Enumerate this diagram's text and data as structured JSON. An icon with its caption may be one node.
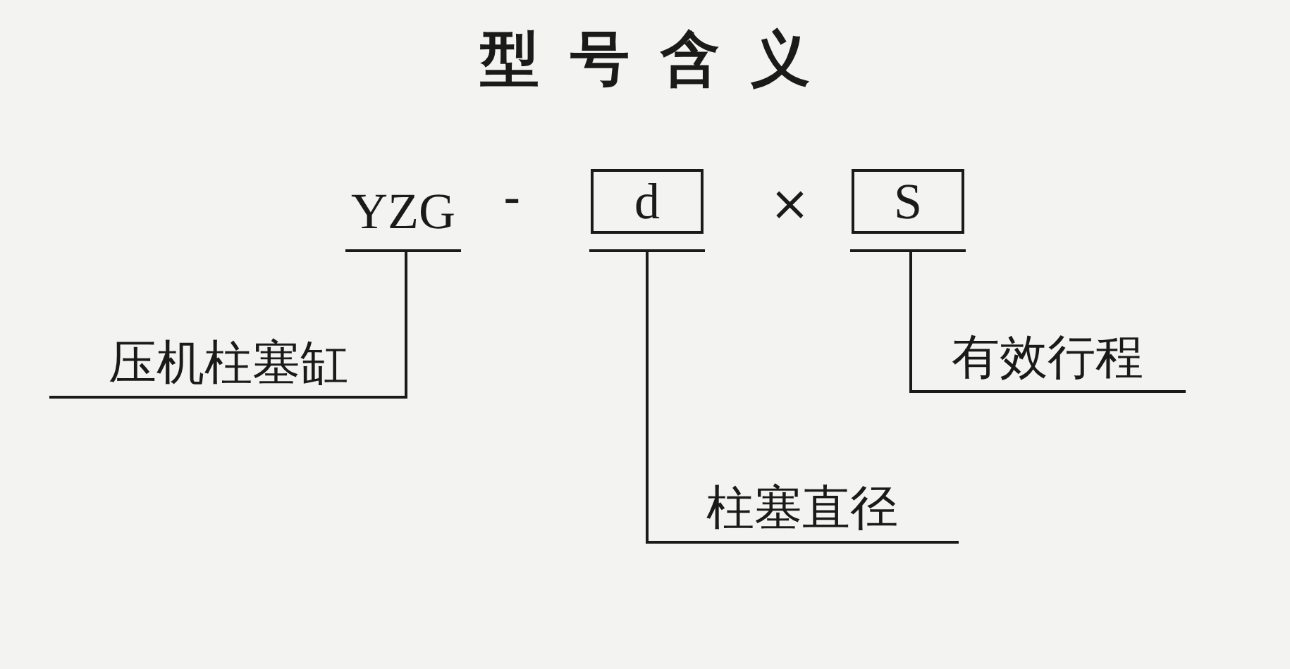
{
  "diagram": {
    "title": "型号含义",
    "nodes": [
      {
        "text": [
          "YZG"
        ]
      },
      {
        "text": [
          "d"
        ]
      },
      {
        "text": [
          "S"
        ]
      },
      {
        "text": [
          "压机柱塞缸"
        ]
      },
      {
        "text": [
          "有效行程"
        ]
      },
      {
        "text": [
          "柱塞直径"
        ]
      }
    ],
    "edges": [
      {
        "from": 3,
        "to": 0,
        "arrow": "none"
      },
      {
        "from": 4,
        "to": 2,
        "arrow": "none"
      },
      {
        "from": 5,
        "to": 1,
        "arrow": "none"
      }
    ],
    "labels": [
      "-",
      "×"
    ]
  }
}
